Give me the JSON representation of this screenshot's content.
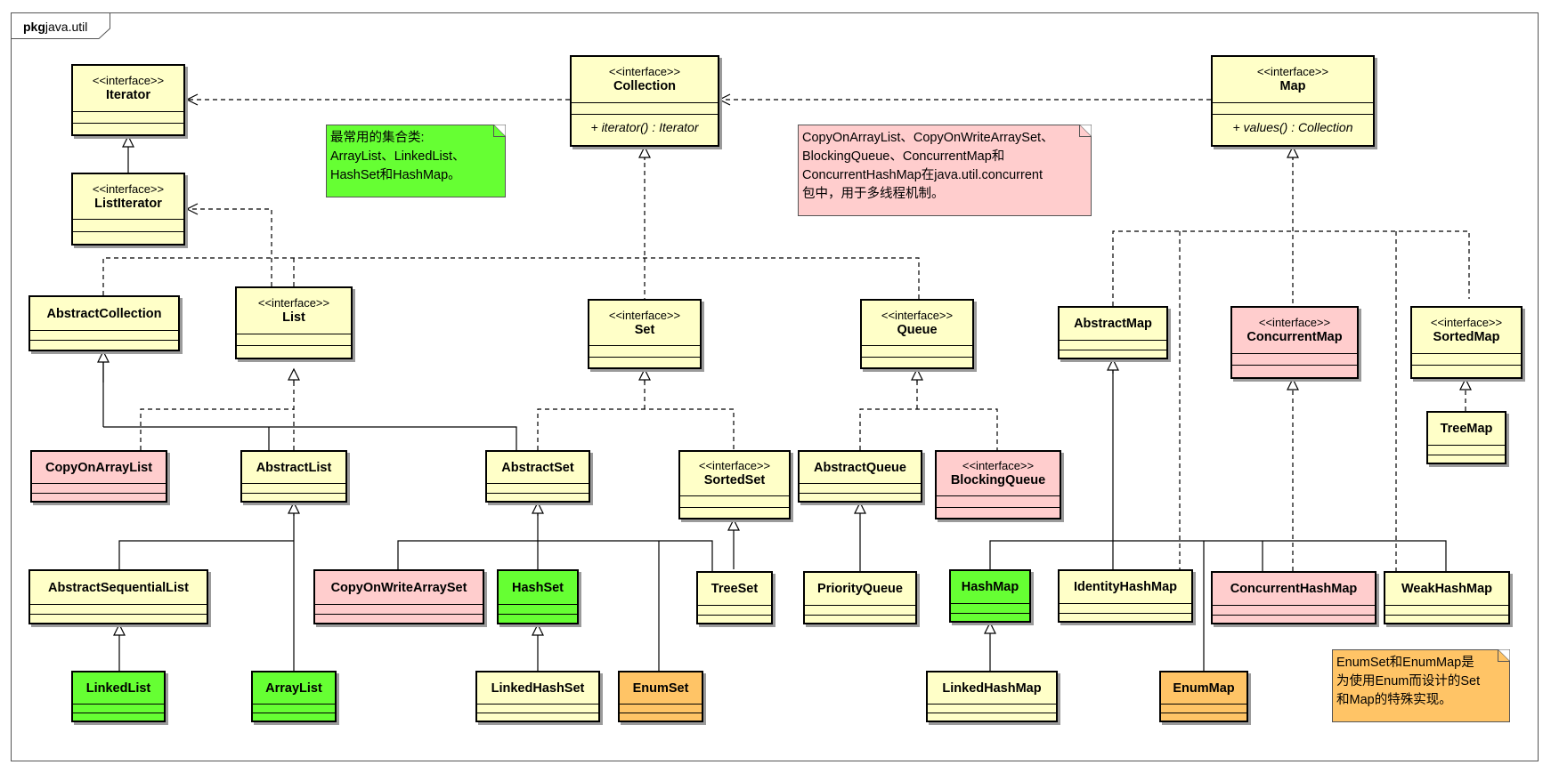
{
  "package": {
    "keyword": "pkg",
    "name": "java.util"
  },
  "colors": {
    "interface": "#ffffc8",
    "concurrent": "#ffcdcd",
    "common": "#66ff33",
    "enum": "#ffc466"
  },
  "classes": {
    "iterator": {
      "stereotype": "<<interface>>",
      "name": "Iterator"
    },
    "list_iterator": {
      "stereotype": "<<interface>>",
      "name": "ListIterator"
    },
    "collection": {
      "stereotype": "<<interface>>",
      "name": "Collection",
      "operation": "+ iterator() : Iterator"
    },
    "map": {
      "stereotype": "<<interface>>",
      "name": "Map",
      "operation": "+ values() : Collection"
    },
    "abstract_collection": {
      "name": "AbstractCollection"
    },
    "list": {
      "stereotype": "<<interface>>",
      "name": "List"
    },
    "set": {
      "stereotype": "<<interface>>",
      "name": "Set"
    },
    "queue": {
      "stereotype": "<<interface>>",
      "name": "Queue"
    },
    "abstract_map": {
      "name": "AbstractMap"
    },
    "concurrent_map": {
      "stereotype": "<<interface>>",
      "name": "ConcurrentMap"
    },
    "sorted_map": {
      "stereotype": "<<interface>>",
      "name": "SortedMap"
    },
    "copy_on_array_list": {
      "name": "CopyOnArrayList"
    },
    "abstract_list": {
      "name": "AbstractList"
    },
    "abstract_set": {
      "name": "AbstractSet"
    },
    "sorted_set": {
      "stereotype": "<<interface>>",
      "name": "SortedSet"
    },
    "abstract_queue": {
      "name": "AbstractQueue"
    },
    "blocking_queue": {
      "stereotype": "<<interface>>",
      "name": "BlockingQueue"
    },
    "tree_map": {
      "name": "TreeMap"
    },
    "abstract_sequential_list": {
      "name": "AbstractSequentialList"
    },
    "copy_on_write_array_set": {
      "name": "CopyOnWriteArraySet"
    },
    "hash_set": {
      "name": "HashSet"
    },
    "tree_set": {
      "name": "TreeSet"
    },
    "priority_queue": {
      "name": "PriorityQueue"
    },
    "hash_map": {
      "name": "HashMap"
    },
    "identity_hash_map": {
      "name": "IdentityHashMap"
    },
    "concurrent_hash_map": {
      "name": "ConcurrentHashMap"
    },
    "weak_hash_map": {
      "name": "WeakHashMap"
    },
    "linked_list": {
      "name": "LinkedList"
    },
    "array_list": {
      "name": "ArrayList"
    },
    "linked_hash_set": {
      "name": "LinkedHashSet"
    },
    "enum_set": {
      "name": "EnumSet"
    },
    "linked_hash_map": {
      "name": "LinkedHashMap"
    },
    "enum_map": {
      "name": "EnumMap"
    }
  },
  "notes": {
    "common": [
      "最常用的集合类:",
      "ArrayList、LinkedList、",
      "HashSet和HashMap。"
    ],
    "concurrent": [
      "CopyOnArrayList、CopyOnWriteArraySet、",
      "BlockingQueue、ConcurrentMap和",
      "ConcurrentHashMap在java.util.concurrent",
      "包中，用于多线程机制。"
    ],
    "enum": [
      "EnumSet和EnumMap是",
      "为使用Enum而设计的Set",
      "和Map的特殊实现。"
    ]
  }
}
